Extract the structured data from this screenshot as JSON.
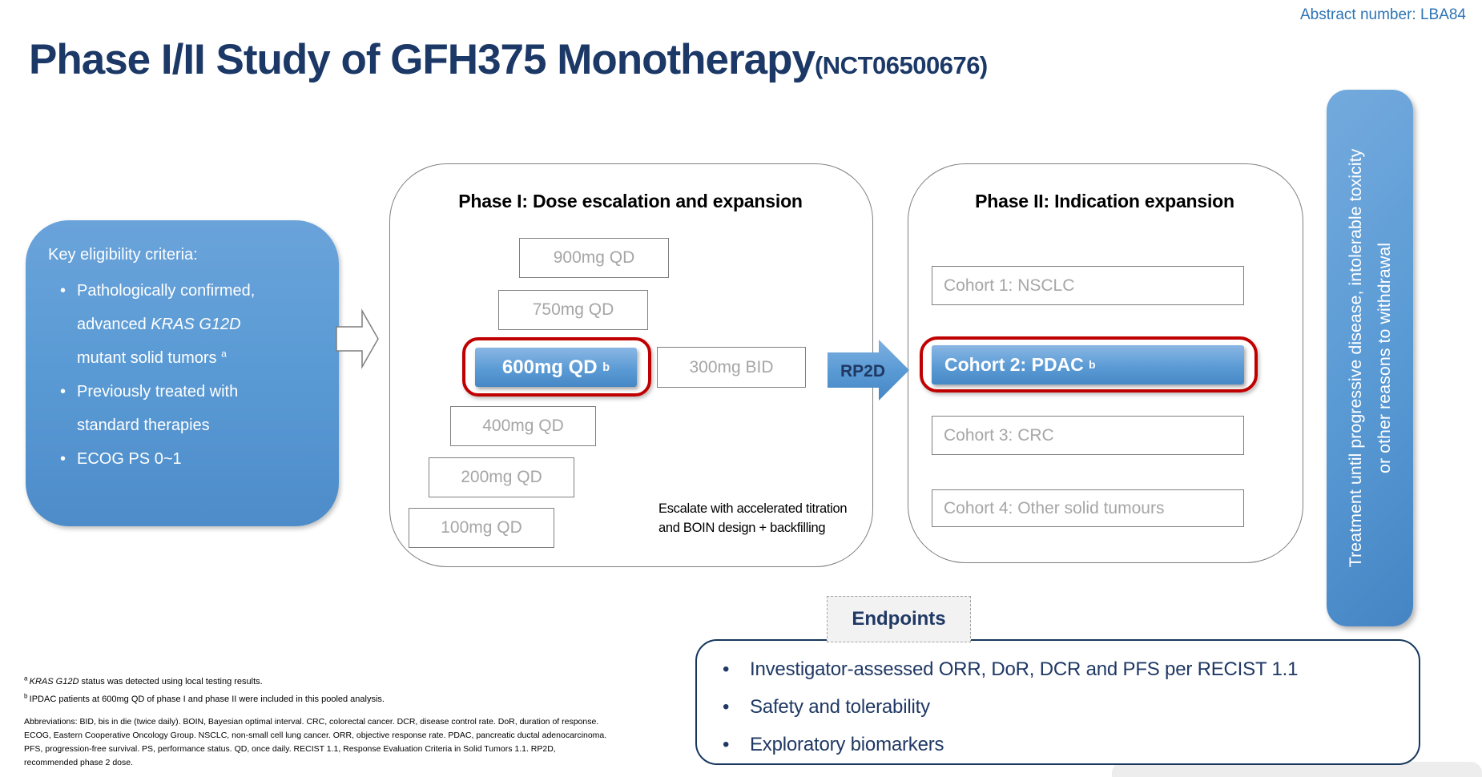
{
  "header": {
    "abstract": "Abstract number: LBA84"
  },
  "title": {
    "main": "Phase I/II Study of GFH375 Monotherapy",
    "nct": "(NCT06500676)"
  },
  "eligibility": {
    "heading": "Key eligibility criteria:",
    "b1_l1": "Pathologically confirmed,",
    "b1_l2a": "advanced ",
    "b1_l2b": "KRAS G12D",
    "b1_l3": "mutant solid tumors",
    "b1_sup": "a",
    "b2_l1": "Previously treated with",
    "b2_l2": "standard therapies",
    "b3": "ECOG PS 0~1"
  },
  "phase1": {
    "title": "Phase I: Dose escalation and expansion",
    "doses": [
      {
        "label": "900mg QD"
      },
      {
        "label": "750mg QD"
      },
      {
        "label": "600mg QD",
        "sup": "b"
      },
      {
        "label": "300mg BID"
      },
      {
        "label": "400mg QD"
      },
      {
        "label": "200mg QD"
      },
      {
        "label": "100mg QD"
      }
    ],
    "note_l1": "Escalate with accelerated titration",
    "note_l2": "and BOIN design + backfilling"
  },
  "rp2d": {
    "label": "RP2D"
  },
  "phase2": {
    "title": "Phase II: Indication expansion",
    "cohorts": [
      {
        "label": "Cohort 1: NSCLC"
      },
      {
        "label": "Cohort 2: PDAC",
        "sup": "b"
      },
      {
        "label": "Cohort 3: CRC"
      },
      {
        "label": "Cohort 4: Other solid tumours"
      }
    ]
  },
  "treatment_bar": {
    "line1": "Treatment until progressive disease, intolerable toxicity",
    "line2": "or other reasons to withdrawal"
  },
  "endpoints": {
    "heading": "Endpoints",
    "items": [
      "Investigator-assessed ORR, DoR, DCR and PFS per RECIST 1.1",
      "Safety and tolerability",
      "Exploratory biomarkers"
    ]
  },
  "footnotes": {
    "a_sup": "a",
    "a_italic": "KRAS G12D",
    "a_rest": " status was detected using local testing results.",
    "b_sup": "b",
    "b_text": "IPDAC patients at 600mg QD of phase I and phase II were included in this pooled analysis.",
    "abbreviations": "Abbreviations: BID, bis in die (twice daily). BOIN, Bayesian optimal interval. CRC, colorectal cancer. DCR, disease control rate. DoR, duration of response. ECOG, Eastern Cooperative Oncology Group. NSCLC, non-small cell lung cancer. ORR, objective response rate. PDAC, pancreatic ductal adenocarcinoma. PFS, progression-free survival. PS, performance status. QD, once daily. RECIST 1.1, Response Evaluation Criteria in Solid Tumors 1.1. RP2D, recommended phase 2 dose."
  },
  "colors": {
    "navy": "#1f3864",
    "blue_accent": "#2e74b5",
    "box_blue": "#5b9bd5",
    "highlight_red": "#c00000",
    "gray_border": "#808080",
    "gray_text": "#a6a6a6"
  }
}
